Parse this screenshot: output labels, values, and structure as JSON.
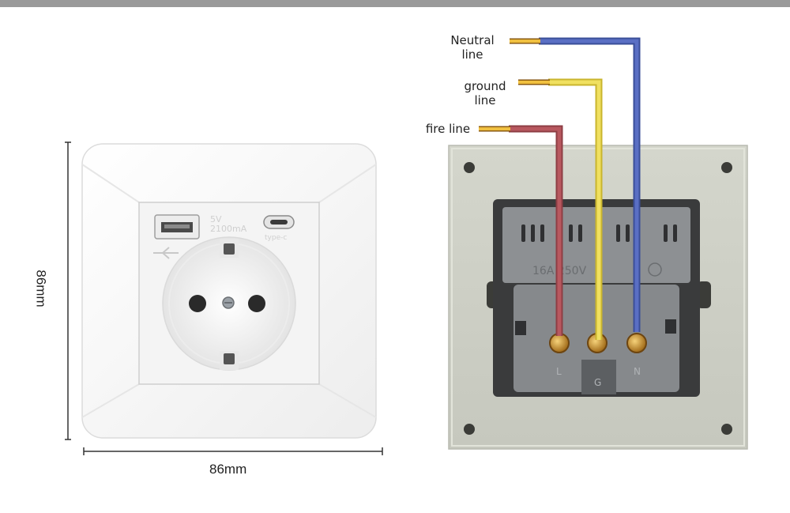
{
  "front": {
    "height_label": "86mm",
    "width_label": "86mm",
    "usb_label_line1": "5V",
    "usb_label_line2": "2100mA",
    "typec_label": "type-c"
  },
  "back": {
    "rating_text": "16A 250V",
    "terminal_labels": [
      "L",
      "G",
      "N"
    ]
  },
  "wires": [
    {
      "label_lines": [
        "Neutral",
        "line"
      ],
      "color": "#4a5fb0"
    },
    {
      "label_lines": [
        "ground",
        "line"
      ],
      "color": "#e8d84a"
    },
    {
      "label_lines": [
        "fire line"
      ],
      "color": "#b0535a"
    }
  ]
}
